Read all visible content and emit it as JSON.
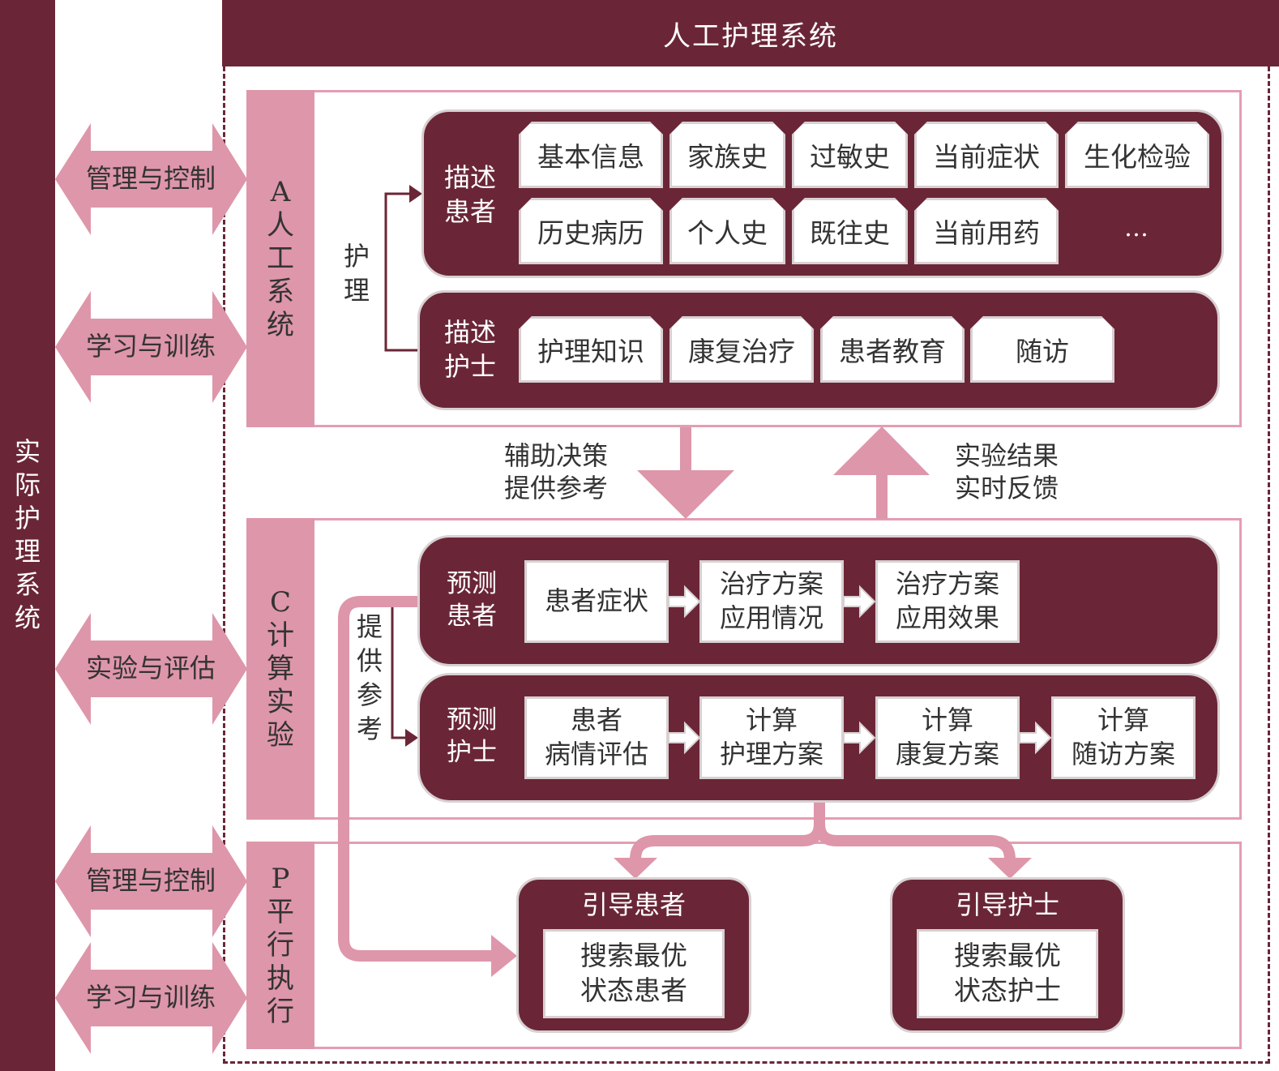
{
  "title": "人工护理系统",
  "left_column": "实际护理系统",
  "side_arrows": [
    "管理与控制",
    "学习与训练",
    "实验与评估",
    "管理与控制",
    "学习与训练"
  ],
  "section_a": {
    "label": "A人工系统",
    "nursing_label": "护理",
    "describe_patient": {
      "label": "描述\n患者",
      "row1": [
        "基本信息",
        "家族史",
        "过敏史",
        "当前症状",
        "生化检验"
      ],
      "row2": [
        "历史病历",
        "个人史",
        "既往史",
        "当前用药"
      ],
      "ellipsis": "…"
    },
    "describe_nurse": {
      "label": "描述\n护士",
      "items": [
        "护理知识",
        "康复治疗",
        "患者教育",
        "随访"
      ]
    }
  },
  "middle": {
    "down_label": "辅助决策\n提供参考",
    "up_label": "实验结果\n实时反馈"
  },
  "section_c": {
    "label": "C计算实验",
    "reference_label": "提供参考",
    "predict_patient": {
      "label": "预测\n患者",
      "steps": [
        "患者症状",
        "治疗方案\n应用情况",
        "治疗方案\n应用效果"
      ]
    },
    "predict_nurse": {
      "label": "预测\n护士",
      "steps": [
        "患者\n病情评估",
        "计算\n护理方案",
        "计算\n康复方案",
        "计算\n随访方案"
      ]
    }
  },
  "section_p": {
    "label": "P平行执行",
    "guide_patient": {
      "title": "引导患者",
      "content": "搜索最优\n状态患者"
    },
    "guide_nurse": {
      "title": "引导护士",
      "content": "搜索最优\n状态护士"
    }
  },
  "colors": {
    "maroon": "#6a2637",
    "pink": "#de96aa",
    "pink_border": "#e59db2"
  }
}
